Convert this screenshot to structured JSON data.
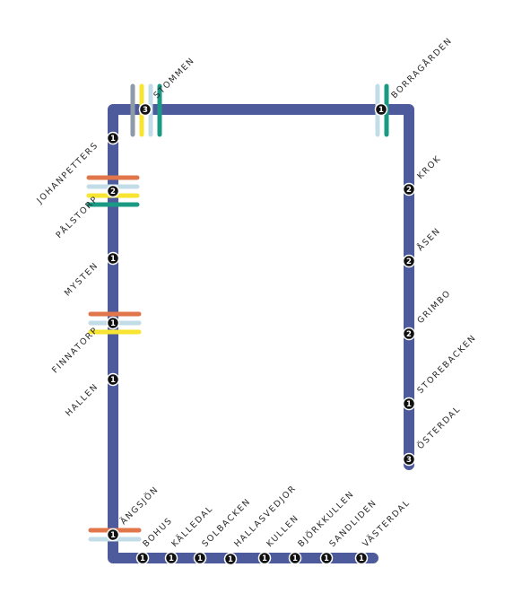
{
  "colors": {
    "main_line": "#4d5b9c",
    "orange": "#e0764a",
    "light_blue": "#c3dde8",
    "yellow": "#f7e531",
    "teal": "#1a9a83",
    "grey": "#8d9aa8",
    "marker": "#111111"
  },
  "stations": [
    {
      "id": "stommen",
      "name": "STOMMEN",
      "zone": "3"
    },
    {
      "id": "borragarden",
      "name": "BORRAGÅRDEN",
      "zone": "1"
    },
    {
      "id": "johanpetters",
      "name": "JOHANPETTERS",
      "zone": "1"
    },
    {
      "id": "palstorp",
      "name": "PÅLSTORP",
      "zone": "2"
    },
    {
      "id": "mysten",
      "name": "MYSTEN",
      "zone": "1"
    },
    {
      "id": "finnatorp",
      "name": "FINNATORP",
      "zone": "1"
    },
    {
      "id": "hallen",
      "name": "HALLEN",
      "zone": "1"
    },
    {
      "id": "angsjon",
      "name": "ÄNGSJÖN",
      "zone": "1"
    },
    {
      "id": "krok",
      "name": "KROK",
      "zone": "2"
    },
    {
      "id": "asen",
      "name": "ÅSEN",
      "zone": "2"
    },
    {
      "id": "grimbo",
      "name": "GRIMBO",
      "zone": "2"
    },
    {
      "id": "storebacken",
      "name": "STOREBACKEN",
      "zone": "1"
    },
    {
      "id": "osterdal",
      "name": "ÖSTERDAL",
      "zone": "3"
    },
    {
      "id": "bohus",
      "name": "BOHUS",
      "zone": "1"
    },
    {
      "id": "kalledal",
      "name": "KÄLLEDAL",
      "zone": "1"
    },
    {
      "id": "solbacken",
      "name": "SOLBACKEN",
      "zone": "1"
    },
    {
      "id": "hallasvedjor",
      "name": "HALLASVEDJOR",
      "zone": "1"
    },
    {
      "id": "kullen",
      "name": "KULLEN",
      "zone": "1"
    },
    {
      "id": "bjorkkullen",
      "name": "BJÖRKKULLEN",
      "zone": "1"
    },
    {
      "id": "sandliden",
      "name": "SANDLIDEN",
      "zone": "1"
    },
    {
      "id": "vasterdal",
      "name": "VÄSTERDAL",
      "zone": "1"
    }
  ]
}
